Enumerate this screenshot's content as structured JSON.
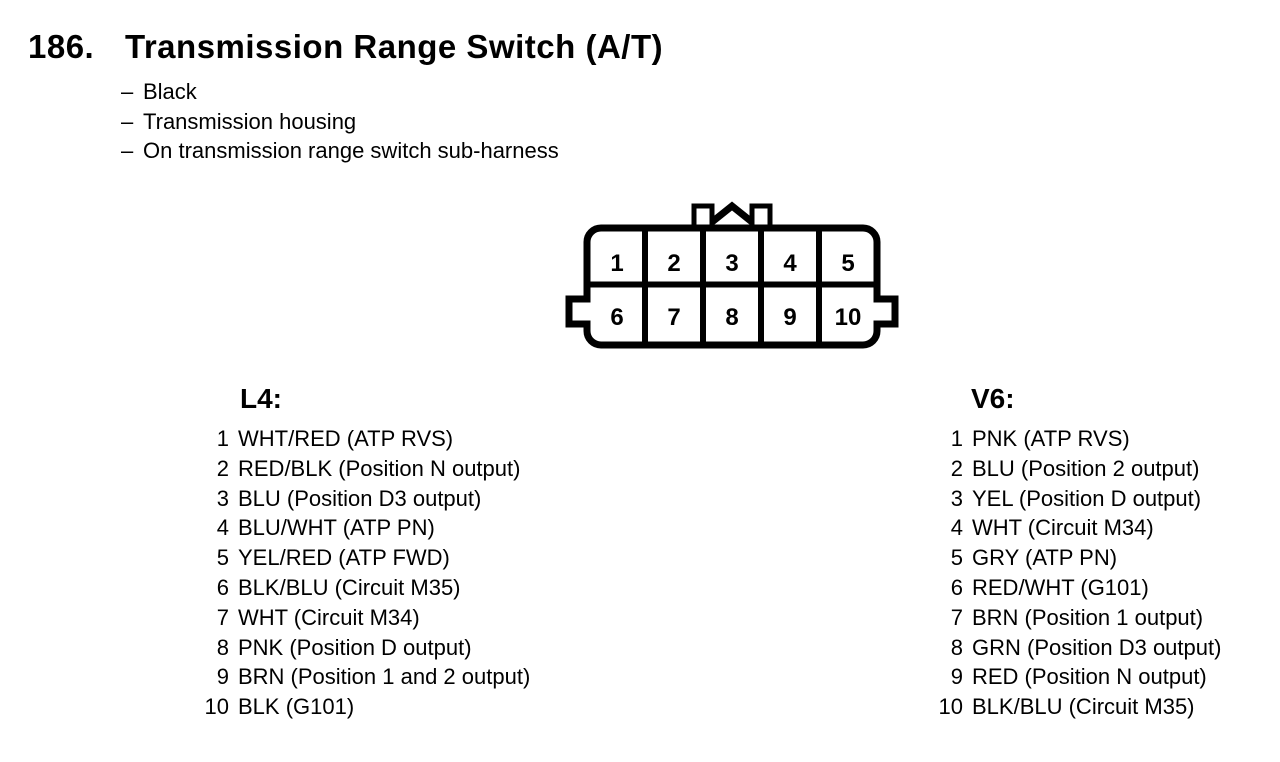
{
  "page": {
    "item_number": "186.",
    "title": "Transmission Range Switch (A/T)",
    "bullet_dash": "–",
    "bullets": [
      "Black",
      "Transmission housing",
      "On transmission range switch sub-harness"
    ]
  },
  "connector": {
    "pins_top": [
      "1",
      "2",
      "3",
      "4",
      "5"
    ],
    "pins_bottom": [
      "6",
      "7",
      "8",
      "9",
      "10"
    ]
  },
  "pinouts": [
    {
      "engine": "L4:",
      "pins": [
        {
          "num": "1",
          "desc": "WHT/RED (ATP RVS)"
        },
        {
          "num": "2",
          "desc": "RED/BLK (Position N output)"
        },
        {
          "num": "3",
          "desc": "BLU (Position D3 output)"
        },
        {
          "num": "4",
          "desc": "BLU/WHT (ATP PN)"
        },
        {
          "num": "5",
          "desc": "YEL/RED (ATP FWD)"
        },
        {
          "num": "6",
          "desc": "BLK/BLU (Circuit M35)"
        },
        {
          "num": "7",
          "desc": "WHT (Circuit M34)"
        },
        {
          "num": "8",
          "desc": "PNK (Position D output)"
        },
        {
          "num": "9",
          "desc": "BRN (Position 1 and 2 output)"
        },
        {
          "num": "10",
          "desc": "BLK (G101)"
        }
      ]
    },
    {
      "engine": "V6:",
      "pins": [
        {
          "num": "1",
          "desc": "PNK (ATP RVS)"
        },
        {
          "num": "2",
          "desc": "BLU (Position 2 output)"
        },
        {
          "num": "3",
          "desc": "YEL (Position D output)"
        },
        {
          "num": "4",
          "desc": "WHT (Circuit M34)"
        },
        {
          "num": "5",
          "desc": "GRY (ATP PN)"
        },
        {
          "num": "6",
          "desc": "RED/WHT (G101)"
        },
        {
          "num": "7",
          "desc": "BRN (Position 1 output)"
        },
        {
          "num": "8",
          "desc": "GRN (Position D3 output)"
        },
        {
          "num": "9",
          "desc": "RED (Position N output)"
        },
        {
          "num": "10",
          "desc": "BLK/BLU (Circuit M35)"
        }
      ]
    }
  ],
  "colors": {
    "ink": "#000000",
    "paper": "#ffffff"
  }
}
